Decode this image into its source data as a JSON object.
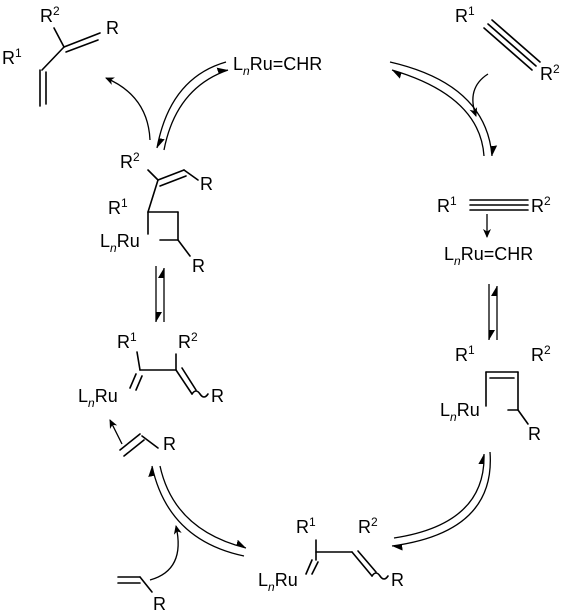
{
  "diagram": {
    "labels": {
      "catalyst": "CHR",
      "ru": "Ru",
      "l": "L",
      "n": "n",
      "r": "R",
      "r1": "R",
      "r2": "R",
      "sup1": "1",
      "sup2": "2",
      "eq": "="
    }
  }
}
